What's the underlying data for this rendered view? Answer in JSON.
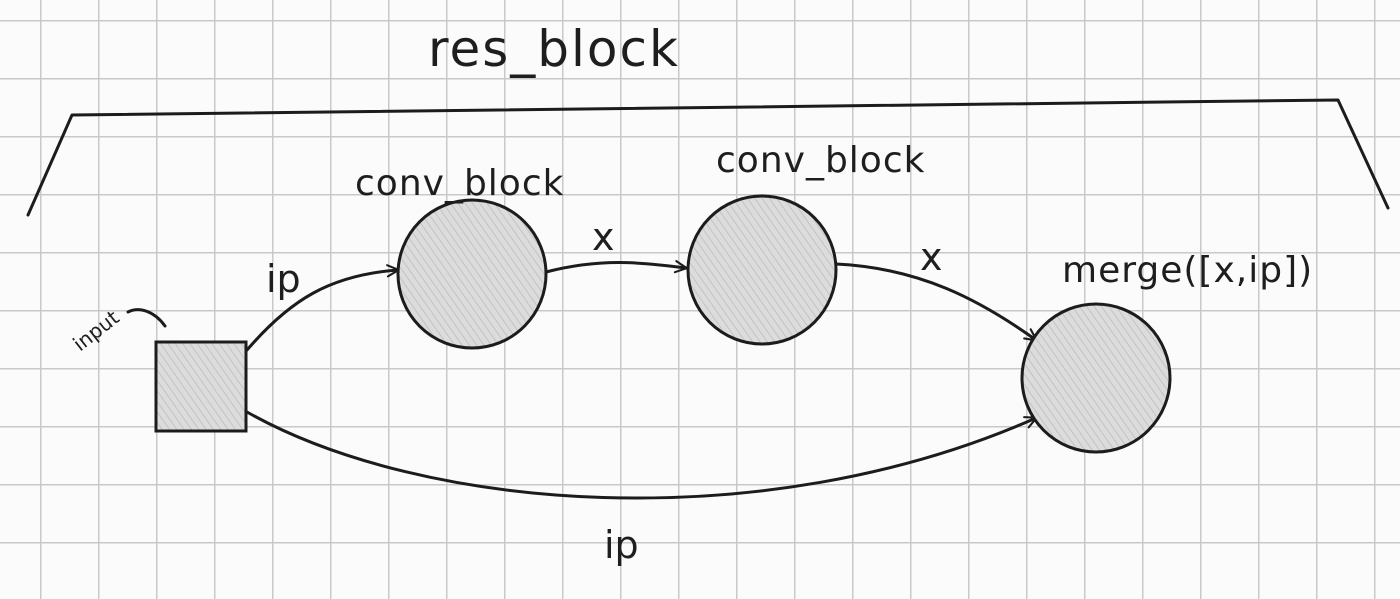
{
  "diagram": {
    "title": "res_block",
    "input_label": "input",
    "nodes": [
      {
        "id": "conv1",
        "label": "conv_block"
      },
      {
        "id": "conv2",
        "label": "conv_block"
      },
      {
        "id": "merge",
        "label": "merge([x,ip])"
      }
    ],
    "edges": [
      {
        "from": "input",
        "to": "conv1",
        "label": "ip"
      },
      {
        "from": "conv1",
        "to": "conv2",
        "label": "x"
      },
      {
        "from": "conv2",
        "to": "merge",
        "label": "x"
      },
      {
        "from": "input",
        "to": "merge",
        "label": "ip"
      }
    ]
  },
  "colors": {
    "ink": "#1c1c1c",
    "node_fill": "#d9d9d9",
    "grid": "#c9c9c9",
    "paper": "#fbfbfb"
  }
}
